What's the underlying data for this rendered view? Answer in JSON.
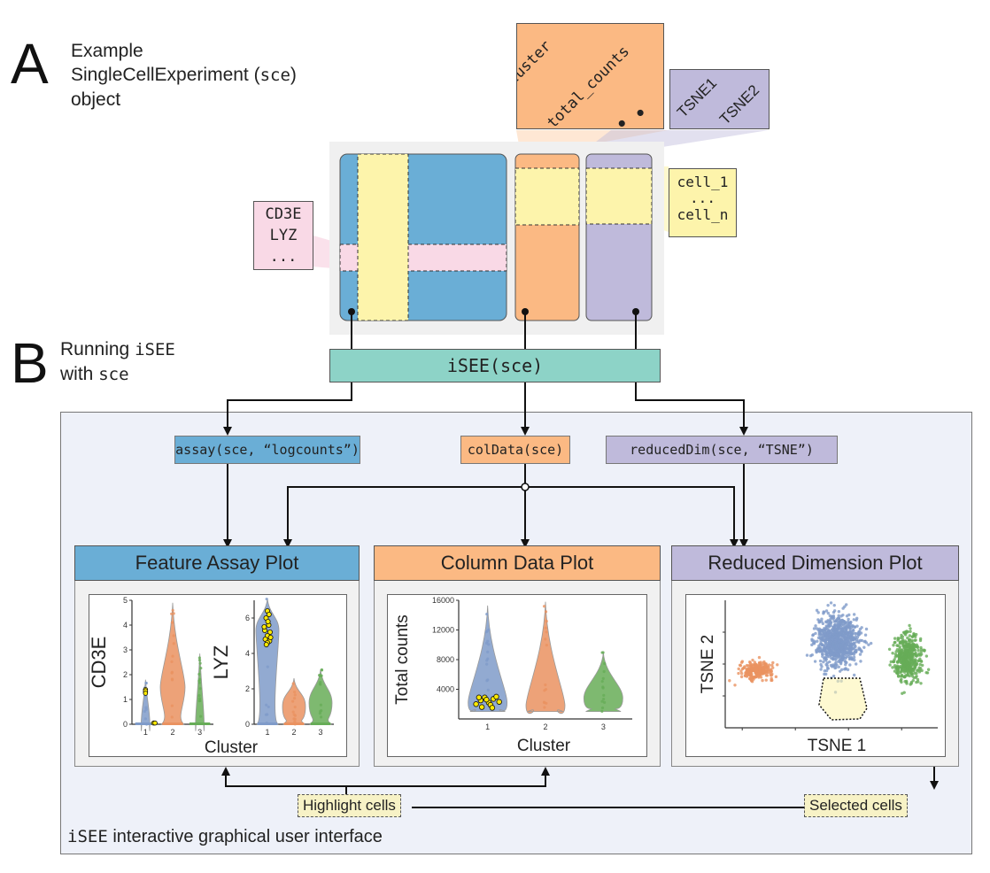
{
  "colors": {
    "assay_blue": "#6aaed6",
    "coldata_orange": "#fbb983",
    "reddim_purple": "#bfbadb",
    "highlight_yellow": "#fdf4ab",
    "gene_pink": "#f9d9e6",
    "isee_teal": "#8dd3c7",
    "gui_background": "#eef1f9",
    "cluster1": "#7f9bc9",
    "cluster2": "#ea9260",
    "cluster3": "#67ad57",
    "selected_point": "#ffea00"
  },
  "panel_a": {
    "letter": "A",
    "caption_line1": "Example",
    "caption_line2_prefix": "SingleCellExperiment (",
    "caption_line2_code": "sce",
    "caption_line2_suffix": ")",
    "caption_line3": "object",
    "coldata_columns": [
      "cluster",
      "total_counts",
      "..."
    ],
    "reddim_columns": [
      "TSNE1",
      "TSNE2"
    ],
    "row_names": [
      "CD3E",
      "LYZ",
      "..."
    ],
    "cell_names": [
      "cell_1",
      "...",
      "cell_n"
    ]
  },
  "panel_b": {
    "letter": "B",
    "caption_line1_prefix": "Running ",
    "caption_line1_code": "iSEE",
    "caption_line2_prefix": "with ",
    "caption_line2_code": "sce",
    "isee_call": "iSEE(sce)",
    "accessors": {
      "assay": "assay(sce, “logcounts”)",
      "coldata": "colData(sce)",
      "reddim": "reducedDim(sce, “TSNE”)"
    },
    "gui_label_code": "iSEE",
    "gui_label_text": " interactive graphical user interface",
    "highlight_tag": "Highlight cells",
    "selected_tag": "Selected cells"
  },
  "plots": {
    "feature_assay": {
      "title": "Feature Assay Plot"
    },
    "column_data": {
      "title": "Column Data Plot"
    },
    "reduced_dim": {
      "title": "Reduced Dimension Plot"
    }
  },
  "chart_data": [
    {
      "type": "violin",
      "title": "CD3E",
      "xlabel": "Cluster",
      "ylabel": "CD3E",
      "categories": [
        "1",
        "2",
        "3"
      ],
      "ylim": [
        0,
        5
      ],
      "yticks": [
        "0",
        "1",
        "2",
        "3",
        "4",
        "5"
      ],
      "series": [
        {
          "name": "1",
          "min": 0,
          "max": 1.8,
          "bulk": 0
        },
        {
          "name": "2",
          "min": 0,
          "max": 4.9,
          "bulk": 1.5
        },
        {
          "name": "3",
          "min": 0,
          "max": 2.85,
          "bulk": 0
        }
      ],
      "selected_points": [
        [
          1,
          1.3
        ],
        [
          1,
          1.4
        ],
        [
          1,
          1.35
        ],
        [
          1,
          1.25
        ],
        [
          1.3,
          0.05
        ],
        [
          1.35,
          0.05
        ]
      ]
    },
    {
      "type": "violin",
      "title": "LYZ",
      "xlabel": "Cluster",
      "ylabel": "LYZ",
      "categories": [
        "1",
        "2",
        "3"
      ],
      "ylim": [
        0,
        7
      ],
      "yticks": [
        "0",
        "2",
        "4",
        "6"
      ],
      "series": [
        {
          "name": "1",
          "min": 0,
          "max": 7.1,
          "bulk": 5.3
        },
        {
          "name": "2",
          "min": 0,
          "max": 2.6,
          "bulk": 1.0
        },
        {
          "name": "3",
          "min": 0,
          "max": 3.1,
          "bulk": 1.2
        }
      ],
      "selected_points": [
        [
          1,
          6.4
        ],
        [
          0.95,
          6.0
        ],
        [
          1.05,
          5.6
        ],
        [
          0.9,
          5.3
        ],
        [
          1.1,
          5.2
        ],
        [
          1,
          5.0
        ],
        [
          0.92,
          4.8
        ],
        [
          1.08,
          4.7
        ],
        [
          1,
          4.6
        ],
        [
          0.88,
          5.5
        ],
        [
          1.12,
          4.9
        ],
        [
          1.02,
          5.8
        ],
        [
          0.96,
          4.5
        ],
        [
          1.06,
          6.2
        ]
      ]
    },
    {
      "type": "violin",
      "title": "Column Data Plot",
      "xlabel": "Cluster",
      "ylabel": "Total counts",
      "categories": [
        "1",
        "2",
        "3"
      ],
      "ylim": [
        0,
        16000
      ],
      "yticks": [
        "4000",
        "8000",
        "12000",
        "16000"
      ],
      "series": [
        {
          "name": "1",
          "min": 1000,
          "max": 15300,
          "bulk": 2200
        },
        {
          "name": "2",
          "min": 1000,
          "max": 15800,
          "bulk": 1800
        },
        {
          "name": "3",
          "min": 1000,
          "max": 9000,
          "bulk": 2800
        }
      ],
      "selected_points": [
        [
          0.8,
          2000
        ],
        [
          0.88,
          2500
        ],
        [
          0.95,
          2900
        ],
        [
          1.02,
          2200
        ],
        [
          1.1,
          2700
        ],
        [
          1.2,
          2300
        ],
        [
          0.9,
          1600
        ],
        [
          1.05,
          1900
        ],
        [
          0.98,
          2600
        ],
        [
          1.15,
          3000
        ],
        [
          0.85,
          2900
        ],
        [
          1.08,
          1500
        ]
      ]
    },
    {
      "type": "scatter",
      "title": "Reduced Dimension Plot",
      "xlabel": "TSNE 1",
      "ylabel": "TSNE 2",
      "clusters": [
        {
          "name": "2",
          "center": [
            0.15,
            0.45
          ],
          "spread": [
            0.07,
            0.06
          ],
          "n": 260
        },
        {
          "name": "1",
          "center": [
            0.53,
            0.68
          ],
          "spread": [
            0.09,
            0.18
          ],
          "n": 900
        },
        {
          "name": "3",
          "center": [
            0.86,
            0.55
          ],
          "spread": [
            0.06,
            0.17
          ],
          "n": 450
        }
      ],
      "selection_region": "lasso polygon around lower part of cluster 1"
    }
  ]
}
